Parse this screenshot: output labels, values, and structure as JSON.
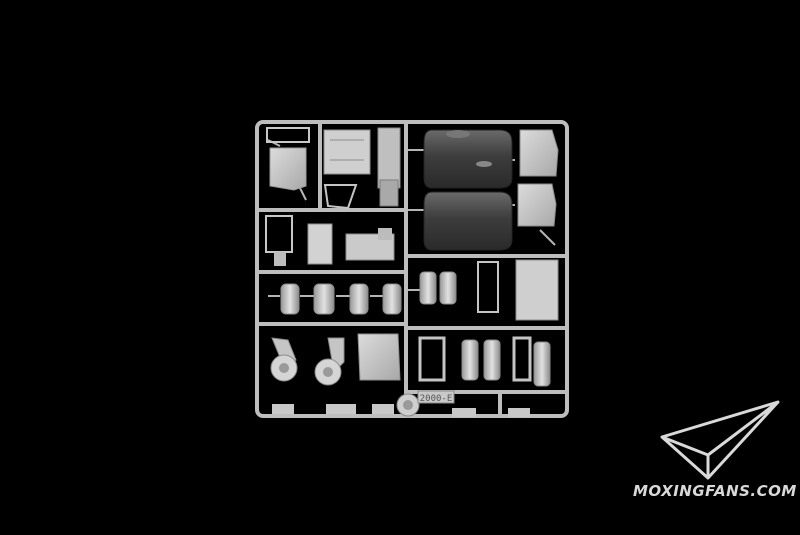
{
  "photo": {
    "subject": "model-kit-sprue",
    "background_color": "#000000",
    "plastic_color": "#c9c9c9",
    "plastic_shadow_color": "#8a8a8a",
    "tank_color": "#4a4a4a",
    "part_number_text": "2000-E"
  },
  "watermark": {
    "text": "MOXINGFANS.COM",
    "logo": "paper-plane-logo",
    "color": "#d9d9d9"
  }
}
